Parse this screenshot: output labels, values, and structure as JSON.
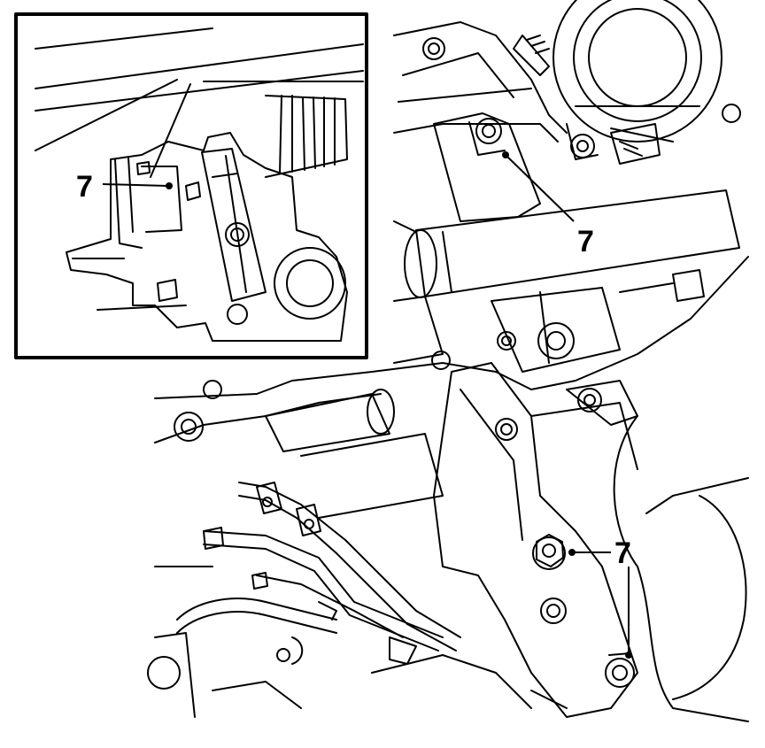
{
  "diagram": {
    "callouts": [
      {
        "label": "7"
      },
      {
        "label": "7"
      },
      {
        "label": "7"
      }
    ]
  },
  "colors": {
    "line": "#000000",
    "background": "#ffffff"
  }
}
